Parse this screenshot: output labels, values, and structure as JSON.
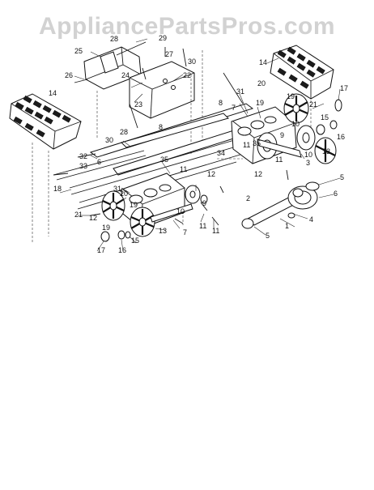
{
  "watermark": {
    "text": "AppliancePartsPros.com"
  },
  "diagram": {
    "callouts": [
      "1",
      "2",
      "3",
      "4",
      "5",
      "6",
      "7",
      "8",
      "9",
      "10",
      "11",
      "12",
      "13",
      "14",
      "15",
      "16",
      "17",
      "18",
      "19",
      "20",
      "21",
      "22",
      "23",
      "24",
      "25",
      "26",
      "27",
      "28",
      "29",
      "30",
      "31",
      "32",
      "33",
      "34",
      "35"
    ]
  }
}
